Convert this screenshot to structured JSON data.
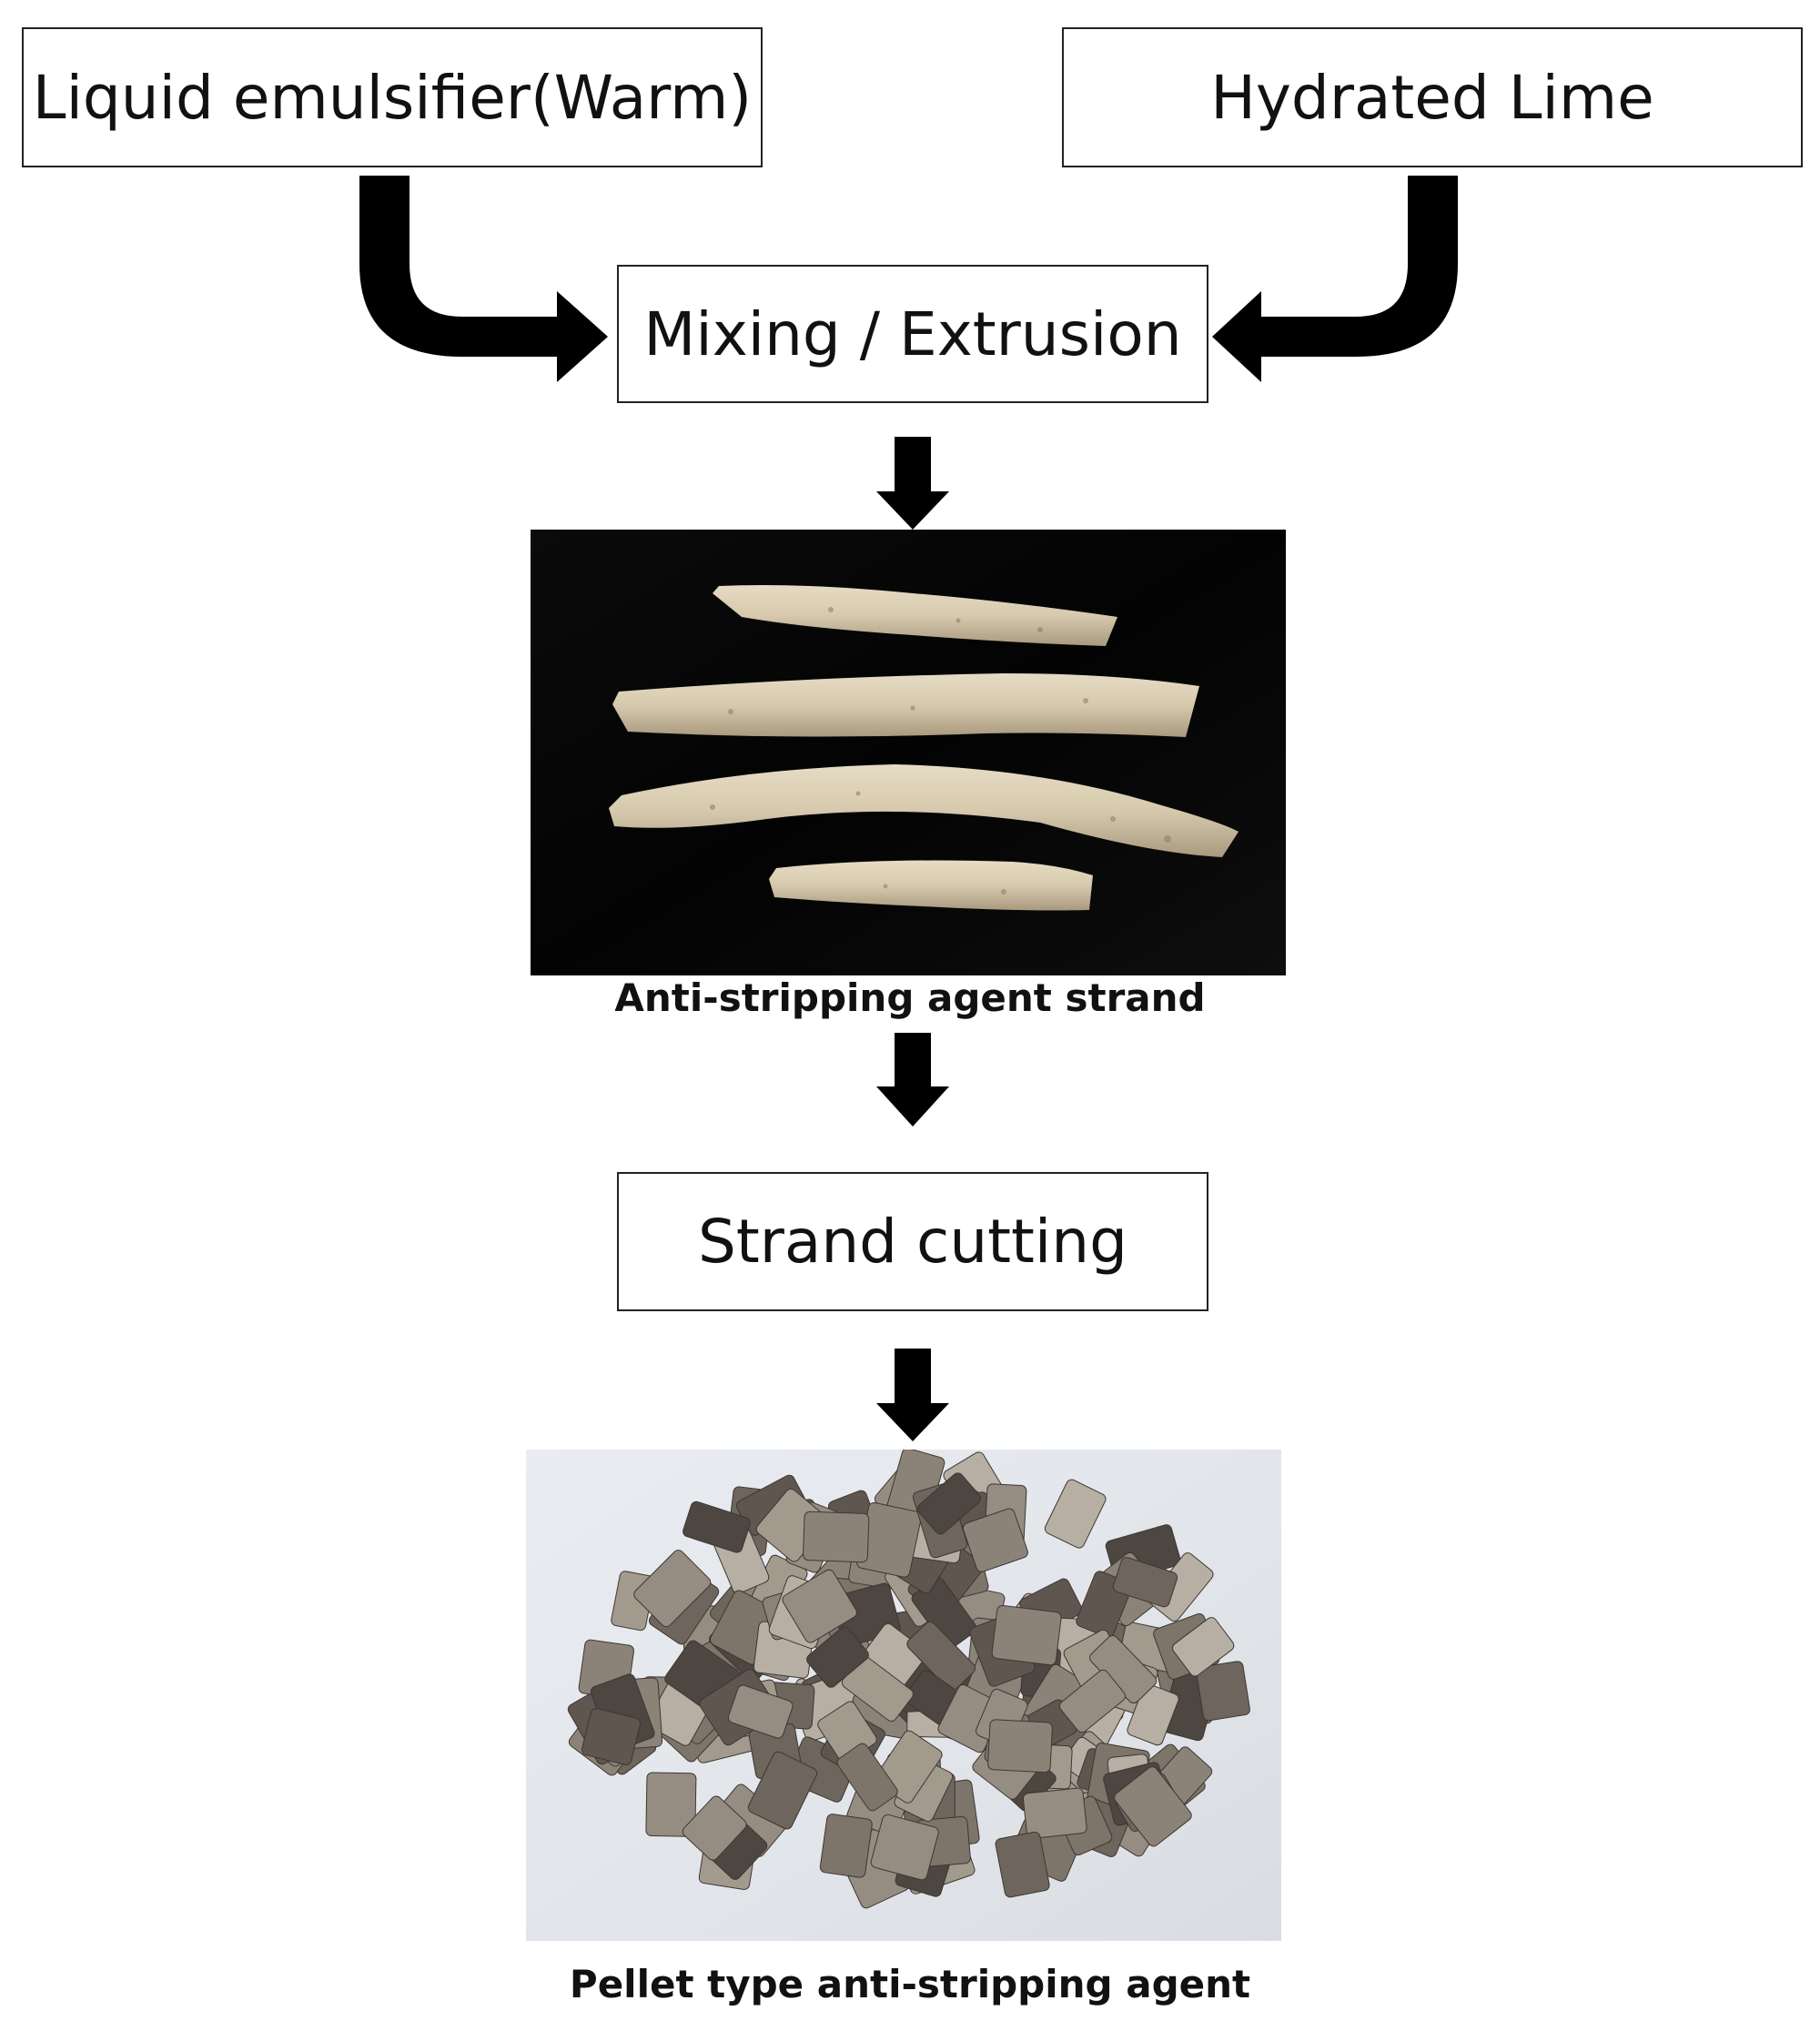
{
  "steps": {
    "liquid_emulsifier": "Liquid emulsifier(Warm)",
    "hydrated_lime": "Hydrated Lime",
    "mixing_extrusion": "Mixing / Extrusion",
    "strand_cutting": "Strand cutting"
  },
  "captions": {
    "strand": "Anti-stripping agent strand",
    "pellet": "Pellet type anti-stripping agent"
  },
  "colors": {
    "arrow": "#000000",
    "box_border": "#222222",
    "strand_background": "#050505",
    "strand_material": "#d8ccb2",
    "pellet_background": "#e4e8ec",
    "pellet_material": "#6e655c"
  }
}
